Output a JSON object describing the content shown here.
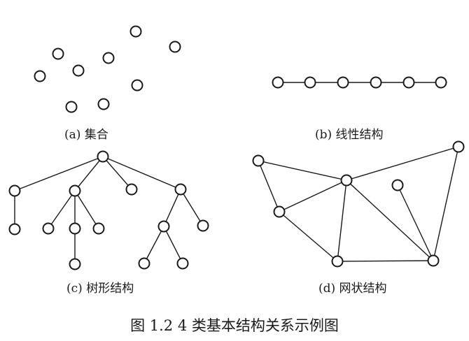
{
  "panels": [
    {
      "id": "a",
      "label": "(a)  集合"
    },
    {
      "id": "b",
      "label": "(b)  线性结构"
    },
    {
      "id": "c",
      "label": "(c)  树形结构"
    },
    {
      "id": "d",
      "label": "(d)  网状结构"
    }
  ],
  "caption": "图 1.2    4 类基本结构关系示例图"
}
